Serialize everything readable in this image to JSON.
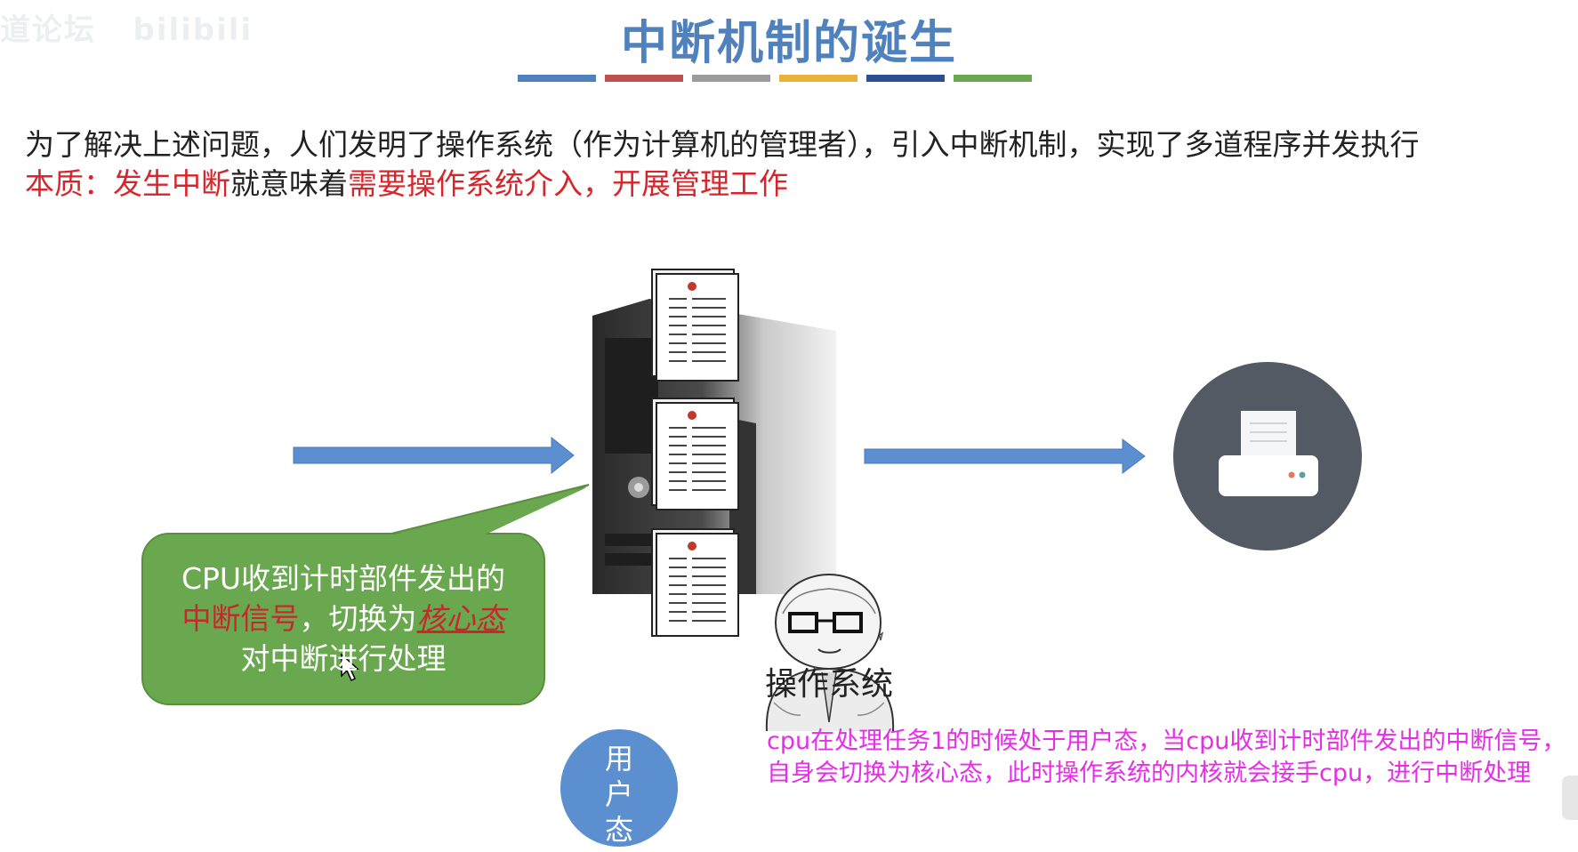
{
  "title": "中断机制的诞生",
  "title_bar_colors": [
    "#4f81bd",
    "#c0504d",
    "#9b9b9b",
    "#e8b33a",
    "#2e4e8f",
    "#6aa84f"
  ],
  "intro": {
    "line1": "为了解决上述问题，人们发明了操作系统（作为计算机的管理者），引入中断机制，实现了多道程序并发执行",
    "line2_prefix": "本质：发生中断",
    "line2_mid": "就意味着",
    "line2_suffix": "需要操作系统介入，开展管理工作"
  },
  "bubble": {
    "line1": "CPU收到计时部件发出的",
    "line2_highlight": "中断信号",
    "line2_mid": "，切换为",
    "line2_core": "核心态",
    "line3": "对中断进行处理"
  },
  "os_label": "操作系统",
  "user_state": [
    "用",
    "户",
    "态"
  ],
  "note": {
    "line1": "cpu在处理任务1的时候处于用户态，当cpu收到计时部件发出的中断信号，",
    "line2": "自身会切换为核心态，此时操作系统的内核就会接手cpu，进行中断处理"
  },
  "icons": {
    "server": "server-tower-icon",
    "documents": "document-icon",
    "person": "person-with-glasses-icon",
    "printer": "printer-icon",
    "arrows": "arrow-right-icon",
    "cursor": "mouse-cursor-icon"
  },
  "colors": {
    "title": "#4f81bd",
    "emphasis_red": "#d7262b",
    "bubble_green": "#6aa84f",
    "arrow_blue": "#5b8fd0",
    "note_magenta": "#e62ee6",
    "printer_circle": "#545a63"
  }
}
